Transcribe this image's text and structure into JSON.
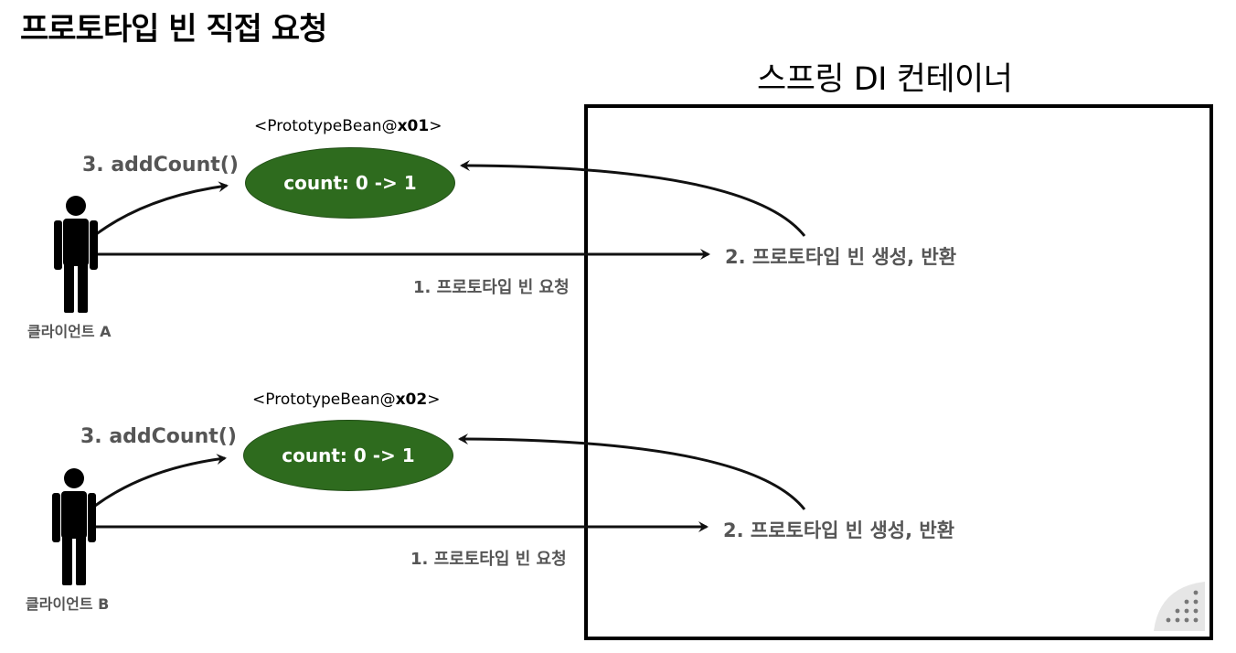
{
  "title": "프로토타입 빈 직접 요청",
  "container": {
    "title": "스프링 DI 컨테이너"
  },
  "groups": [
    {
      "bean_prefix": "<PrototypeBean@",
      "bean_id": "x01",
      "bean_suffix": ">",
      "count_text": "count: 0 -> 1",
      "add_count": "3. addCount()",
      "request_label": "1. 프로토타입 빈 요청",
      "create_label": "2. 프로토타입 빈 생성, 반환",
      "client_label": "클라이언트 A"
    },
    {
      "bean_prefix": "<PrototypeBean@",
      "bean_id": "x02",
      "bean_suffix": ">",
      "count_text": "count: 0 -> 1",
      "add_count": "3. addCount()",
      "request_label": "1. 프로토타입 빈 요청",
      "create_label": "2. 프로토타입 빈 생성, 반환",
      "client_label": "클라이언트 B"
    }
  ],
  "colors": {
    "bean_fill": "#2e6b1e",
    "label_gray": "#555555",
    "line": "#111111"
  },
  "icons": {
    "client": "person-icon",
    "resize": "resize-grip-icon"
  }
}
